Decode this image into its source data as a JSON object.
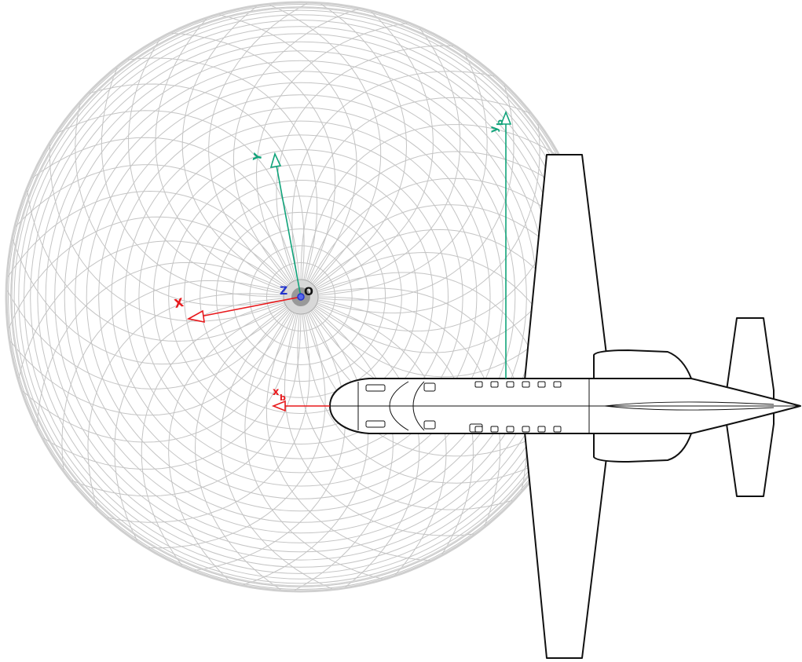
{
  "labels": {
    "x": "X",
    "y": "Y",
    "z": "Z",
    "origin": "O",
    "xb_main": "x",
    "xb_sub": "b",
    "yb_main": "y",
    "yb_sub": "b"
  },
  "colors": {
    "x_axis": "#e8191c",
    "y_axis": "#10a37a",
    "z_axis": "#2233cc",
    "origin": "#111111",
    "globe_lines": "#b8b8b8",
    "aircraft": "#111111"
  }
}
